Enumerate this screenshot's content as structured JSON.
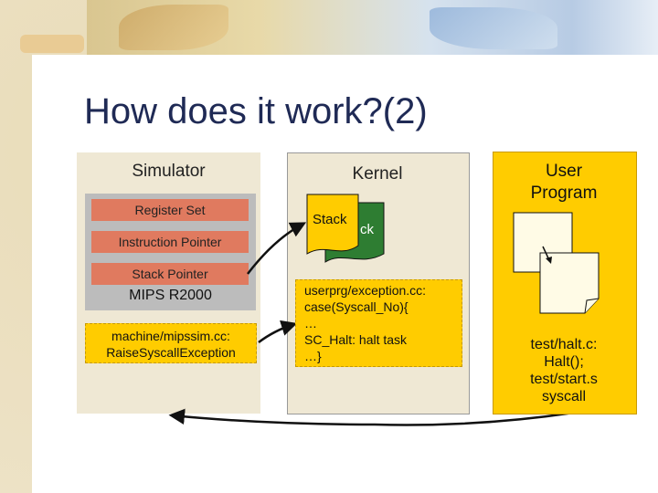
{
  "title": "How does it work?(2)",
  "simulator": {
    "heading": "Simulator",
    "registers": [
      "Register Set",
      "Instruction Pointer",
      "Stack Pointer"
    ],
    "cpu": "MIPS R2000",
    "note_lines": [
      "machine/mipssim.cc:",
      "RaiseSyscallException"
    ]
  },
  "kernel": {
    "heading": "Kernel",
    "stack_front": "Stack",
    "stack_back": "ck",
    "code_lines": [
      "userprg/exception.cc:",
      "case(Syscall_No){",
      "…",
      "SC_Halt: halt task",
      "…}"
    ]
  },
  "user_program": {
    "heading_lines": [
      "User",
      "Program"
    ],
    "code_lines": [
      "test/halt.c:",
      "Halt();",
      "test/start.s",
      "syscall"
    ]
  },
  "colors": {
    "title": "#1f2a55",
    "register_fill": "#e07a5f",
    "note_fill": "#ffcc00",
    "stack_back": "#2e7d32"
  }
}
